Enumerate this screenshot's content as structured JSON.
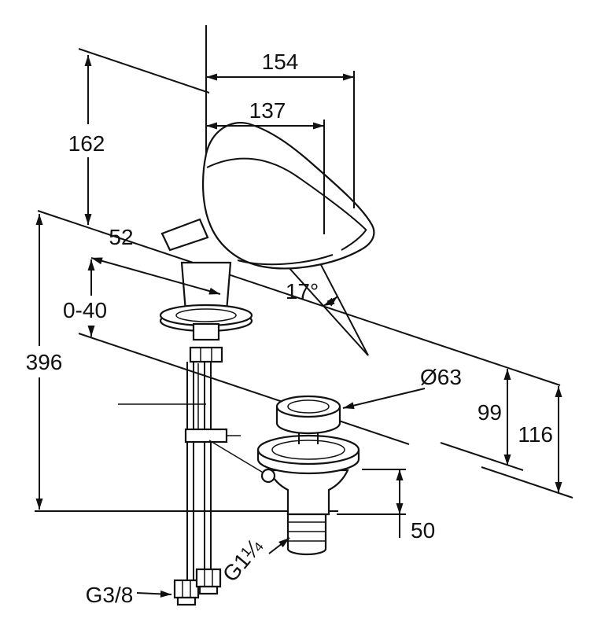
{
  "drawing": {
    "background_color": "#ffffff",
    "line_color": "#111111",
    "dimensions": {
      "spout_width_overall": "154",
      "spout_reach": "137",
      "spout_height": "162",
      "base_offset": "52",
      "deck_thickness_range": "0-40",
      "overall_height": "396",
      "spout_angle": "17°",
      "waste_plug_diameter": "Ø63",
      "waste_height_inner": "99",
      "waste_height_outer": "116",
      "waste_body_height": "50"
    },
    "threads": {
      "supply_connection": "G3/8",
      "waste_connection": "G1¼"
    }
  }
}
